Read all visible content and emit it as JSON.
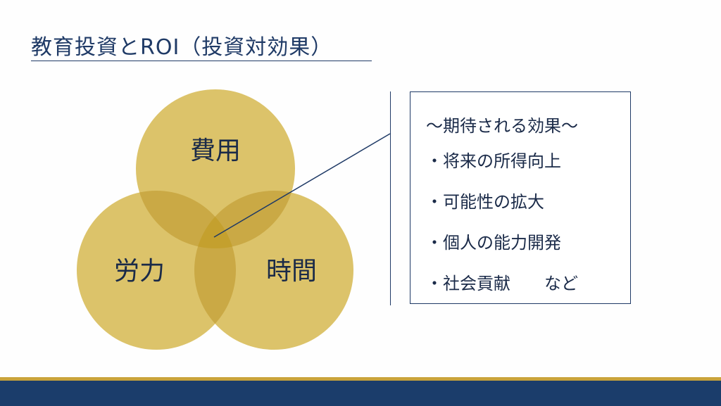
{
  "slide": {
    "title": "教育投資とROI（投資対効果）"
  },
  "venn": {
    "circles": [
      {
        "label": "費用"
      },
      {
        "label": "労力"
      },
      {
        "label": "時間"
      }
    ],
    "fill_color": "#dcc36a",
    "overlap_color": "#c9a53a"
  },
  "effects": {
    "heading": "～期待される効果～",
    "items": [
      "・将来の所得向上",
      "・可能性の拡大",
      "・個人の能力開発",
      "・社会貢献　　など"
    ]
  },
  "colors": {
    "navy": "#1b3d6b",
    "gold": "#c9a33a",
    "text": "#1a2a48"
  }
}
